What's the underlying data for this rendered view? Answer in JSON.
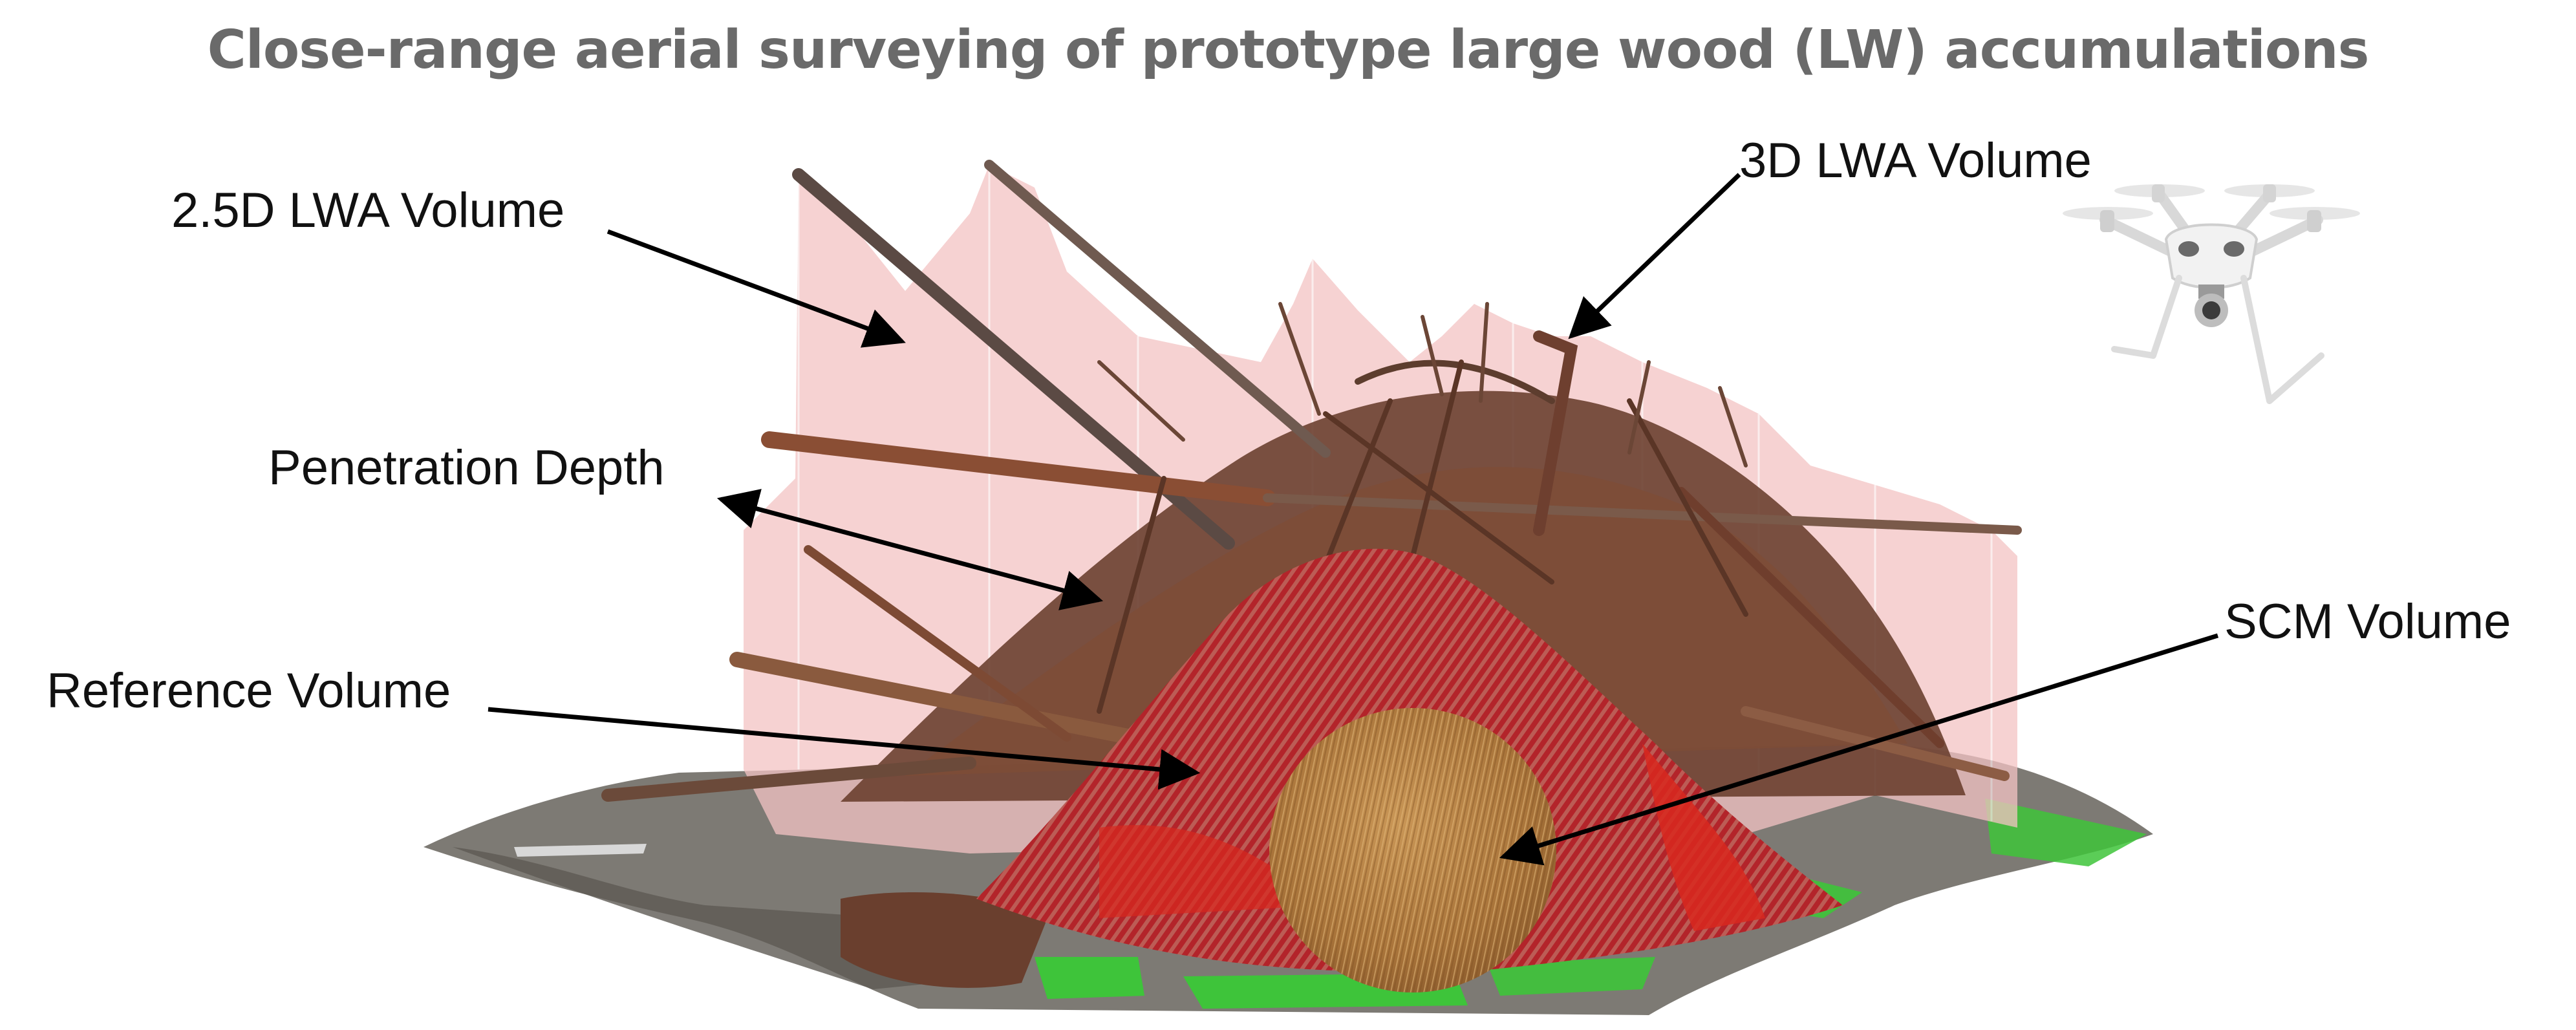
{
  "title": "Close-range aerial surveying of prototype large wood (LW) accumulations",
  "labels": {
    "lwa_25d": "2.5D LWA Volume",
    "lwa_3d": "3D LWA Volume",
    "penetration": "Penetration Depth",
    "reference": "Reference Volume",
    "scm": "SCM Volume"
  },
  "colors": {
    "title": "#6a6a6a",
    "volume_25d_curtain": "#f4c4c4",
    "reference_surface": "#d8281e",
    "ground_green": "#3ec43a",
    "scm_disc": "#b07a3c",
    "wood": "#7a4a34"
  },
  "icons": {
    "drone": "quadcopter-drone-icon"
  }
}
